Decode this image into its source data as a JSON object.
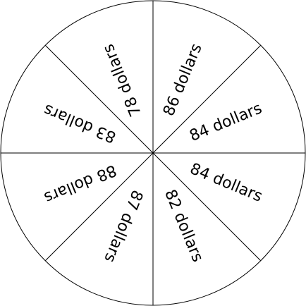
{
  "spinner": {
    "sectors": [
      {
        "label": "86 dollars"
      },
      {
        "label": "84 dollars"
      },
      {
        "label": "84 dollars"
      },
      {
        "label": "82 dollars"
      },
      {
        "label": "87 dollars"
      },
      {
        "label": "88 dollars"
      },
      {
        "label": "83 dollars"
      },
      {
        "label": "78 dollars"
      }
    ]
  }
}
